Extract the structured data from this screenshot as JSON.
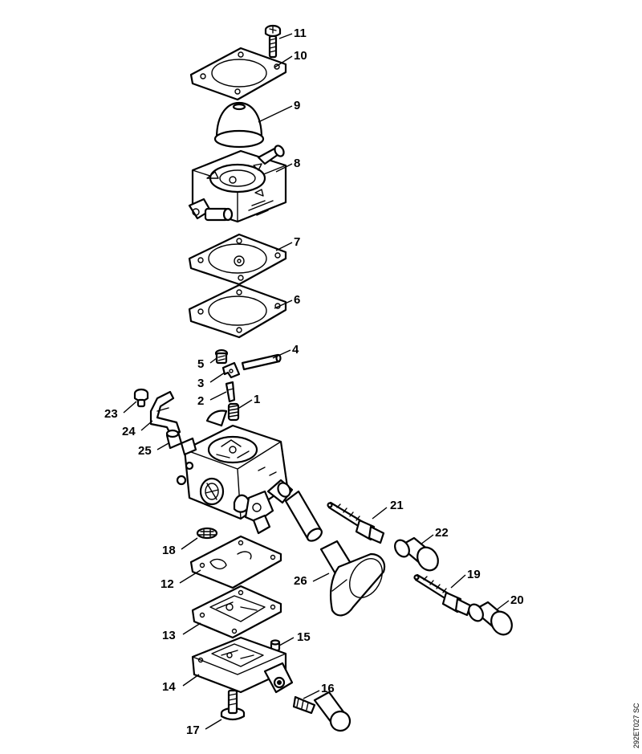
{
  "diagram": {
    "drawing_code": "292ET027 SC",
    "callouts": [
      "1",
      "2",
      "3",
      "4",
      "5",
      "6",
      "7",
      "8",
      "9",
      "10",
      "11",
      "12",
      "13",
      "14",
      "15",
      "16",
      "17",
      "18",
      "19",
      "20",
      "21",
      "22",
      "23",
      "24",
      "25",
      "26"
    ]
  }
}
